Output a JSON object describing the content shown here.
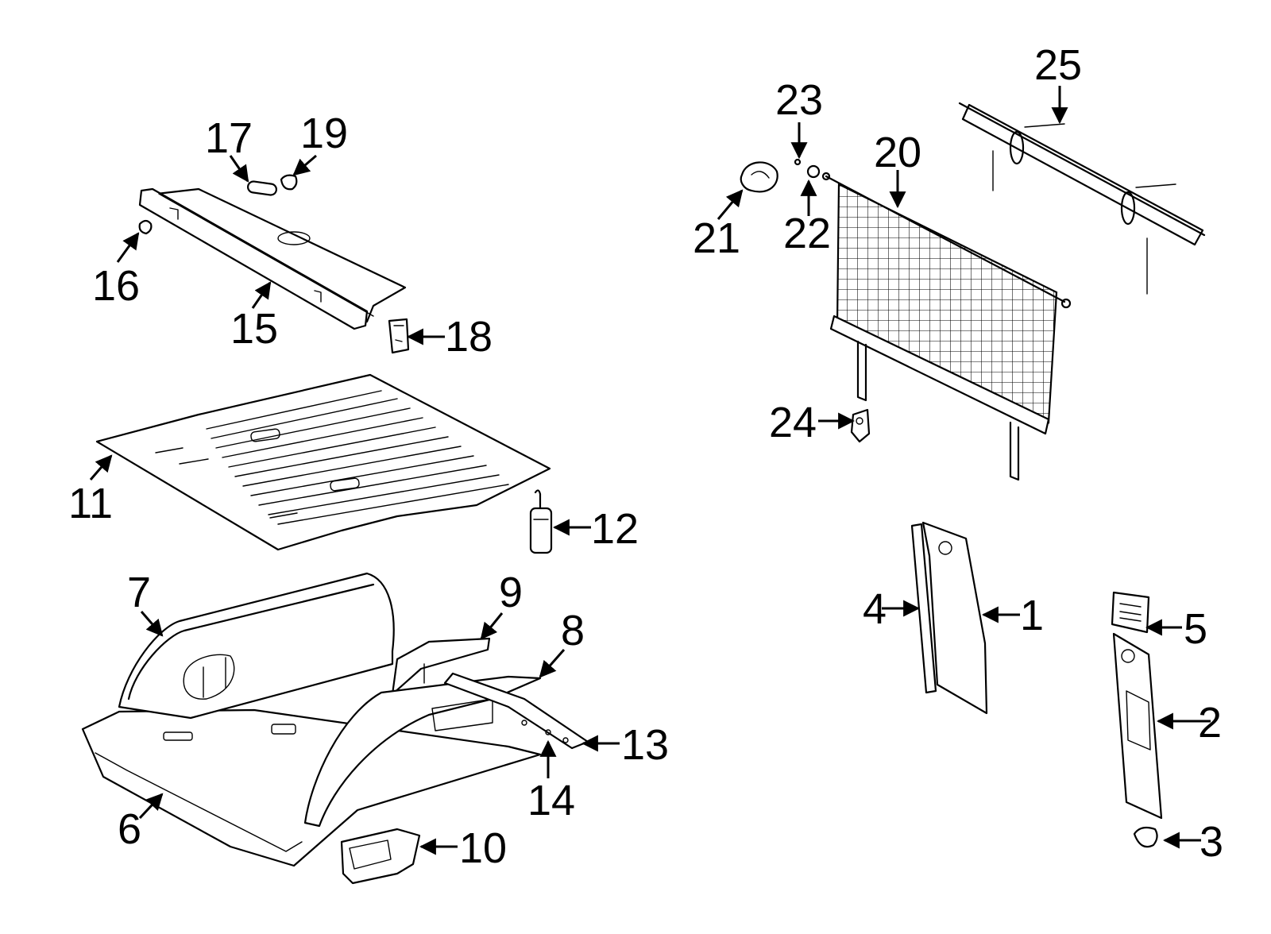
{
  "diagram": {
    "type": "exploded parts diagram",
    "callouts": [
      "1",
      "2",
      "3",
      "4",
      "5",
      "6",
      "7",
      "8",
      "9",
      "10",
      "11",
      "12",
      "13",
      "14",
      "15",
      "16",
      "17",
      "18",
      "19",
      "20",
      "21",
      "22",
      "23",
      "24",
      "25"
    ]
  }
}
